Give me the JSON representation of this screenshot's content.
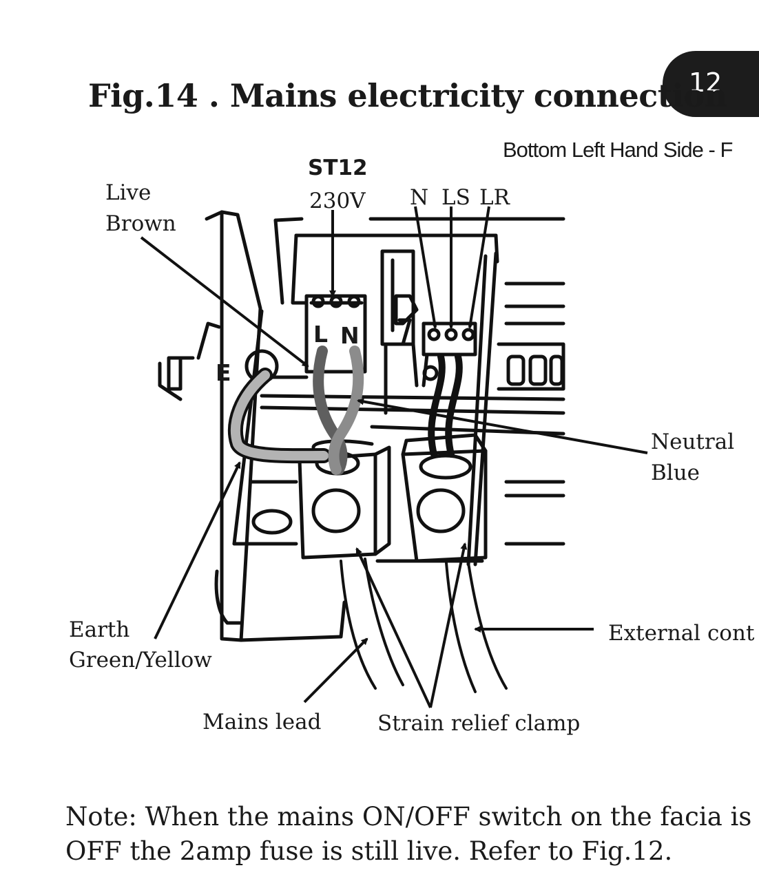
{
  "page": {
    "number": "12"
  },
  "figure": {
    "title": "Fig.14 . Mains electricity connection",
    "subtitle": "Bottom Left Hand Side - F"
  },
  "labels": {
    "st12": "ST12",
    "voltage": "230V",
    "n": "N",
    "ls": "LS",
    "lr": "LR",
    "live": "Live",
    "live_colour": "Brown",
    "terminal_l": "L",
    "terminal_n": "N",
    "earth_terminal": "E",
    "neutral": "Neutral",
    "neutral_colour": "Blue",
    "earth": "Earth",
    "earth_colour": "Green/Yellow",
    "external": "External cont",
    "mains_lead": "Mains lead",
    "strain_relief": "Strain relief clamp"
  },
  "note": {
    "line1": "Note: When the mains  ON/OFF  switch on the facia is",
    "line2": "OFF the 2amp fuse is still live. Refer to Fig.12."
  },
  "colors": {
    "line": "#111111",
    "earth_wire": "#b3b3b3",
    "live_wire": "#5f5f5f",
    "neutral_wire": "#8c8c8c",
    "badge": "#1c1c1c"
  }
}
